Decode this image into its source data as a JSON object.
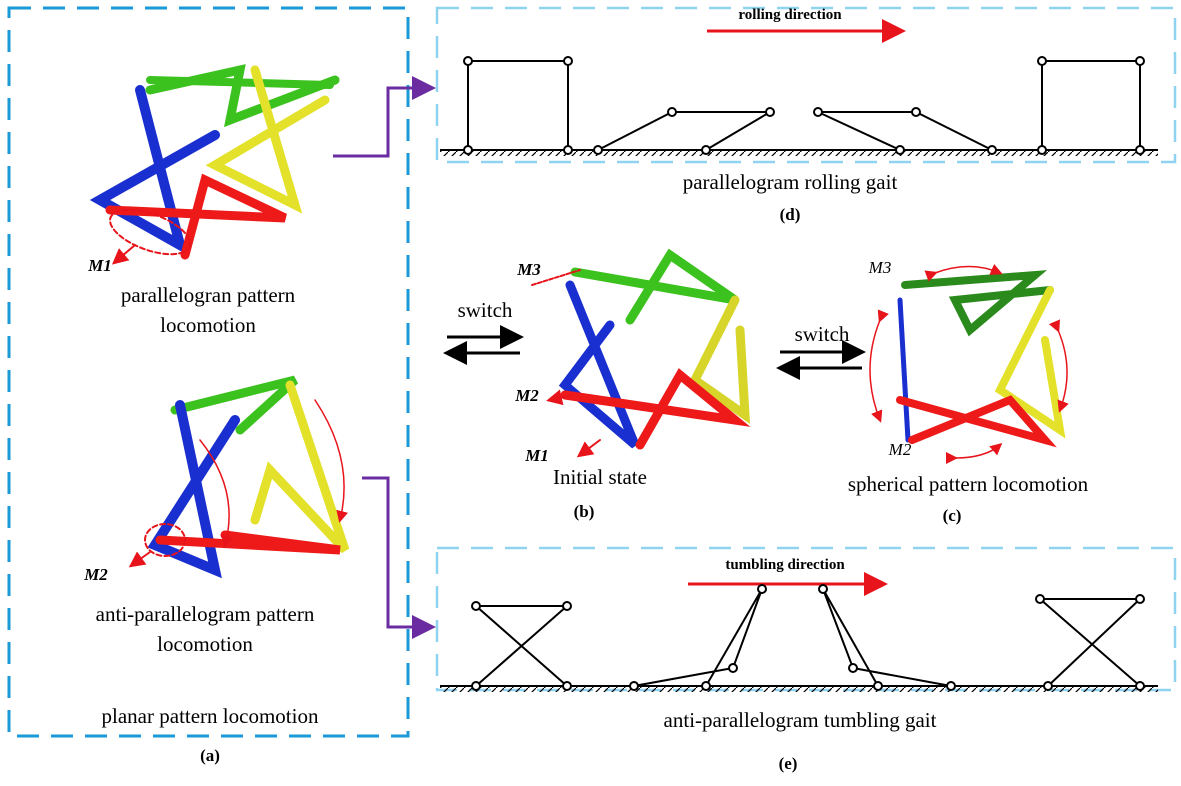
{
  "panel_a": {
    "top_caption_1": "parallelogran pattern",
    "top_caption_2": "locomotion",
    "motor_top": "M1",
    "bottom_caption_1": "anti-parallelogram pattern",
    "bottom_caption_2": "locomotion",
    "motor_bottom": "M2",
    "group_caption": "planar pattern locomotion",
    "label": "(a)"
  },
  "panel_b": {
    "switch_label": "switch",
    "motors": [
      "M3",
      "M2",
      "M1"
    ],
    "caption": "Initial state",
    "label": "(b)"
  },
  "panel_c": {
    "switch_label": "switch",
    "motors": [
      "M3",
      "M2"
    ],
    "caption": "spherical pattern locomotion",
    "label": "(c)"
  },
  "panel_d": {
    "direction": "rolling direction",
    "caption": "parallelogram rolling gait",
    "label": "(d)"
  },
  "panel_e": {
    "direction": "tumbling direction",
    "caption": "anti-parallelogram tumbling gait",
    "label": "(e)"
  },
  "colors": {
    "frame": "#1a9ad6",
    "frame_light": "#8fd3f0",
    "connector": "#6a2ca0",
    "arrow": "#e8141b",
    "blue": "#1a2fd0",
    "green": "#3cc21e",
    "yellow": "#e3e12a",
    "red": "#ee1a1a"
  }
}
